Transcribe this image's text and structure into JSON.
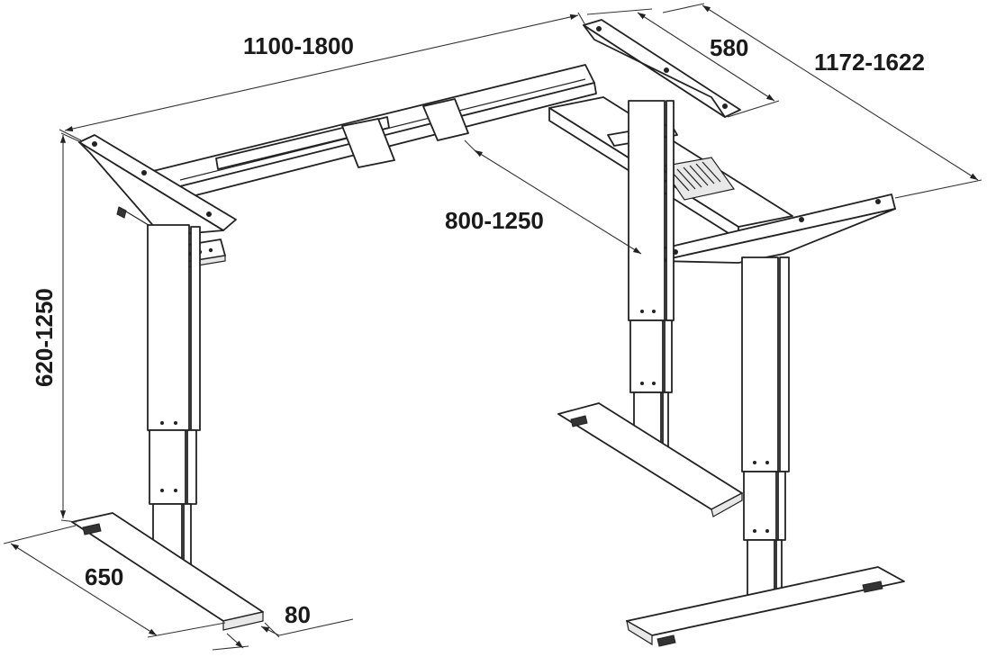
{
  "colors": {
    "line": "#222222",
    "text": "#1a1a1a",
    "background": "#ffffff"
  },
  "dimensions": {
    "top_width": "1100-1800",
    "depth_top": "580",
    "right_width": "1172-1622",
    "inner_length": "800-1250",
    "height": "620-1250",
    "foot_length": "650",
    "foot_width": "80"
  }
}
